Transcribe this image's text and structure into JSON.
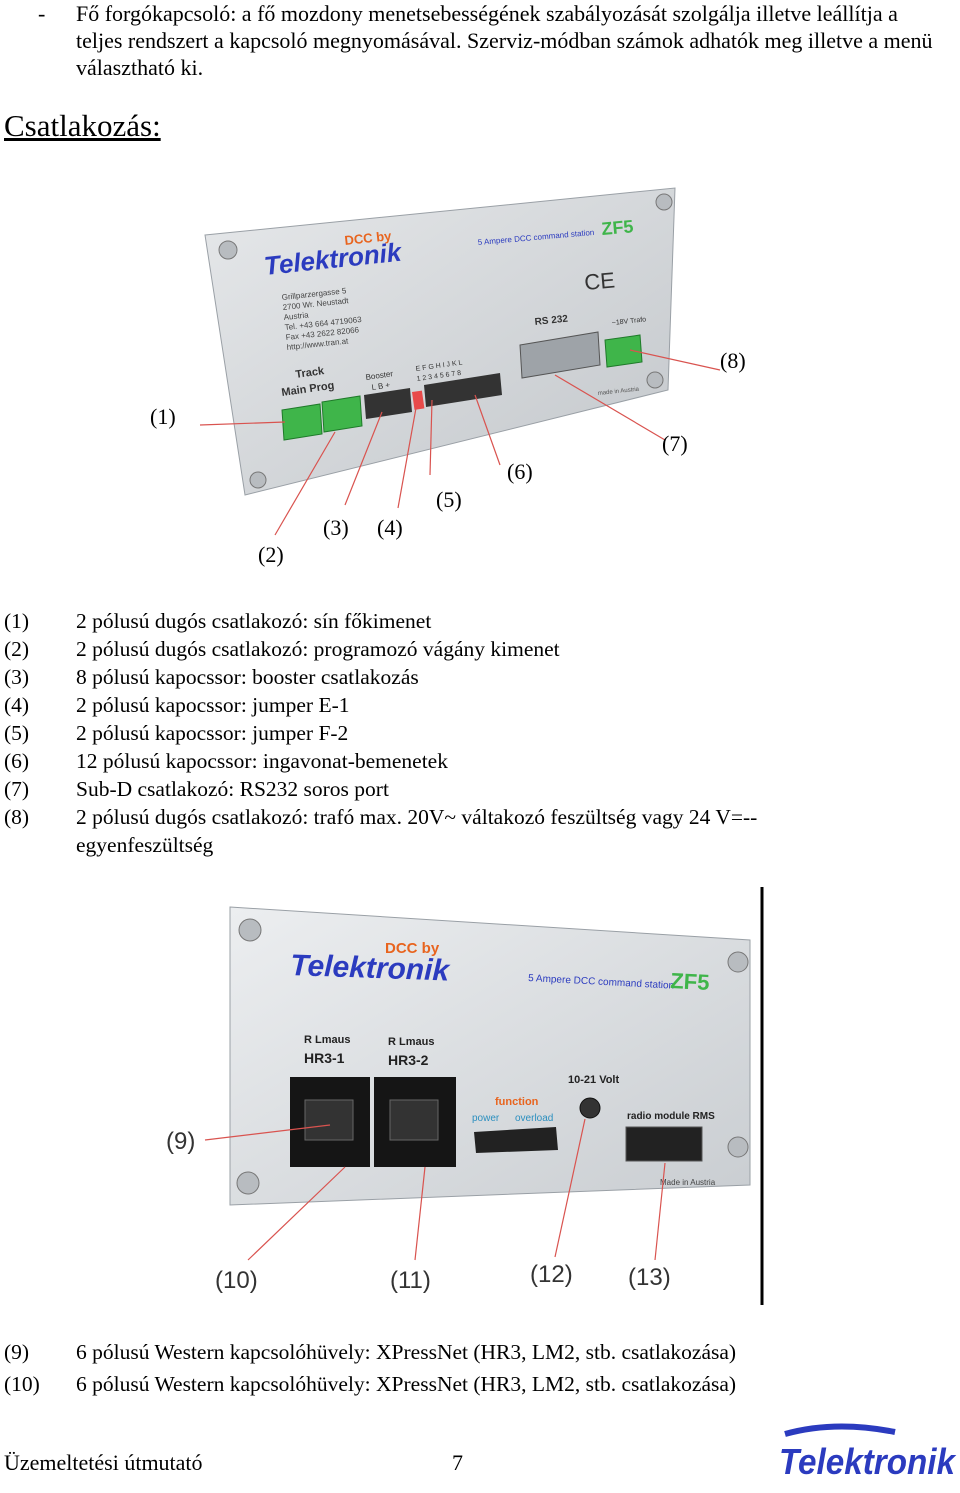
{
  "intro": {
    "dash": "-",
    "text": "Fő forgókapcsoló: a fő mozdony menetsebességének szabályozását szolgálja illetve leállítja a teljes rendszert a kapcsoló megnyomásával. Szerviz-módban számok adhatók meg illetve a menü választható ki."
  },
  "section_title": "Csatlakozás:",
  "photo1": {
    "callouts": [
      "(1)",
      "(2)",
      "(3)",
      "(4)",
      "(5)",
      "(6)",
      "(7)",
      "(8)"
    ],
    "device": {
      "brand_top": "DCC by",
      "brand": "Telektronik",
      "model_line": "5 Ampere DCC command station",
      "model": "ZF5",
      "ce": "CE",
      "address": [
        "Grillparzergasse 5",
        "2700 Wr. Neustadt",
        "Austria",
        "Tel. +43 664 4719063",
        "Fax +43 2622 82066",
        "http://www.tran.at"
      ],
      "track": "Track",
      "main_prog": "Main  Prog",
      "booster": "Booster",
      "booster_pins": "L B +",
      "pin_letters": "E F G H I J K L",
      "pin_numbers": "1 2 3 4 5 6 7 8",
      "rs232": "RS 232",
      "trafo": "~18V Trafo",
      "made_in": "made in Austria"
    }
  },
  "list1": [
    {
      "num": "(1)",
      "desc": "2 pólusú dugós csatlakozó: sín főkimenet"
    },
    {
      "num": "(2)",
      "desc": "2 pólusú dugós csatlakozó: programozó vágány kimenet"
    },
    {
      "num": "(3)",
      "desc": "8 pólusú kapocssor: booster csatlakozás"
    },
    {
      "num": "(4)",
      "desc": "2 pólusú kapocssor: jumper E-1"
    },
    {
      "num": "(5)",
      "desc": "2 pólusú kapocssor: jumper F-2"
    },
    {
      "num": "(6)",
      "desc": "12 pólusú kapocssor: ingavonat-bemenetek"
    },
    {
      "num": "(7)",
      "desc": "Sub-D csatlakozó: RS232 soros port"
    },
    {
      "num": "(8)",
      "desc": "2 pólusú dugós csatlakozó: trafó max. 20V~ váltakozó feszültség vagy 24 V=-- egyenfeszültség"
    }
  ],
  "photo2": {
    "callouts": [
      "(9)",
      "(10)",
      "(11)",
      "(12)",
      "(13)"
    ],
    "device": {
      "brand_top": "DCC by",
      "brand": "Telektronik",
      "model_line": "5 Ampere DCC command station",
      "model": "ZF5",
      "port1_top": "R Lmaus",
      "port1": "HR3-1",
      "port2_top": "R Lmaus",
      "port2": "HR3-2",
      "function": "function",
      "power": "power",
      "overload": "overload",
      "volt": "10-21 Volt",
      "radio": "radio module RMS",
      "made_in": "Made in Austria"
    }
  },
  "list2": [
    {
      "num": "(9)",
      "desc": "6 pólusú Western kapcsolóhüvely: XPressNet (HR3, LM2, stb. csatlakozása)"
    },
    {
      "num": "(10)",
      "desc": "6 pólusú Western kapcsolóhüvely: XPressNet (HR3, LM2, stb. csatlakozása)"
    }
  ],
  "footer": {
    "title": "Üzemeltetési útmutató",
    "page": "7",
    "logo": "Telektronik"
  },
  "colors": {
    "panel": "#d6d9dc",
    "connector_green": "#3fb54a",
    "logo_blue": "#2b3bbf",
    "accent_orange": "#e8641e",
    "callout_line": "#d9534f"
  }
}
